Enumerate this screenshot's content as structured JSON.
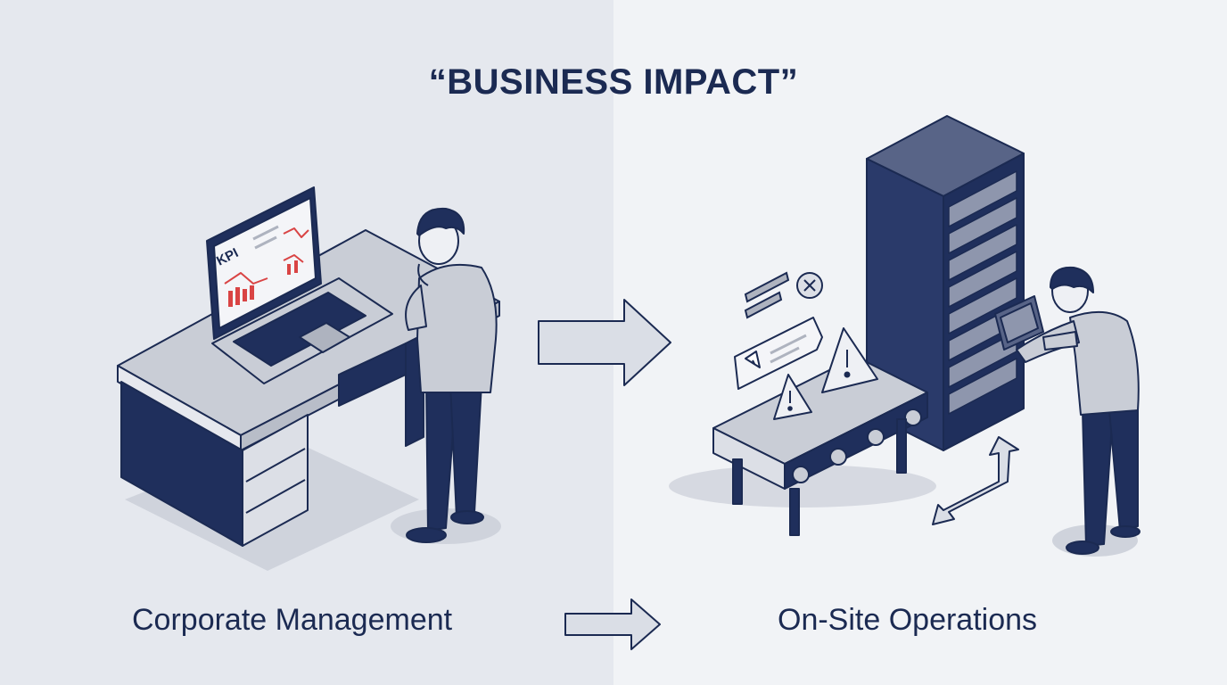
{
  "title": "“BUSINESS IMPACT”",
  "left_panel": {
    "label": "Corporate Management",
    "screen_text": "KPI"
  },
  "right_panel": {
    "label": "On-Site Operations"
  },
  "colors": {
    "navy": "#1b2a52",
    "gray_light": "#c9cdd6",
    "alert_red": "#d94444",
    "bg_left": "#e5e8ee",
    "bg_right": "#f1f3f6"
  },
  "icons": [
    "arrow-right-icon",
    "warning-icon",
    "close-icon",
    "chat-bubble-icon",
    "double-arrow-icon"
  ]
}
